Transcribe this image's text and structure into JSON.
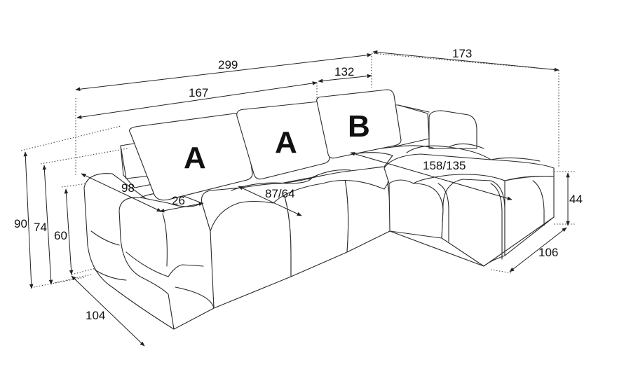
{
  "colors": {
    "line": "#2a2a2a",
    "background": "#ffffff"
  },
  "cushions": {
    "left": "A",
    "middle": "A",
    "right": "B"
  },
  "dimensions": {
    "total_width": "299",
    "chaise_length": "173",
    "back_width": "167",
    "cushion_b_width": "132",
    "arm_depth": "98",
    "arm_width": "26",
    "seat_depth": "87/64",
    "chaise_depth": "158/135",
    "total_height": "90",
    "back_height": "74",
    "arm_height": "60",
    "seat_height": "44",
    "sofa_depth": "104",
    "chaise_width": "106"
  }
}
